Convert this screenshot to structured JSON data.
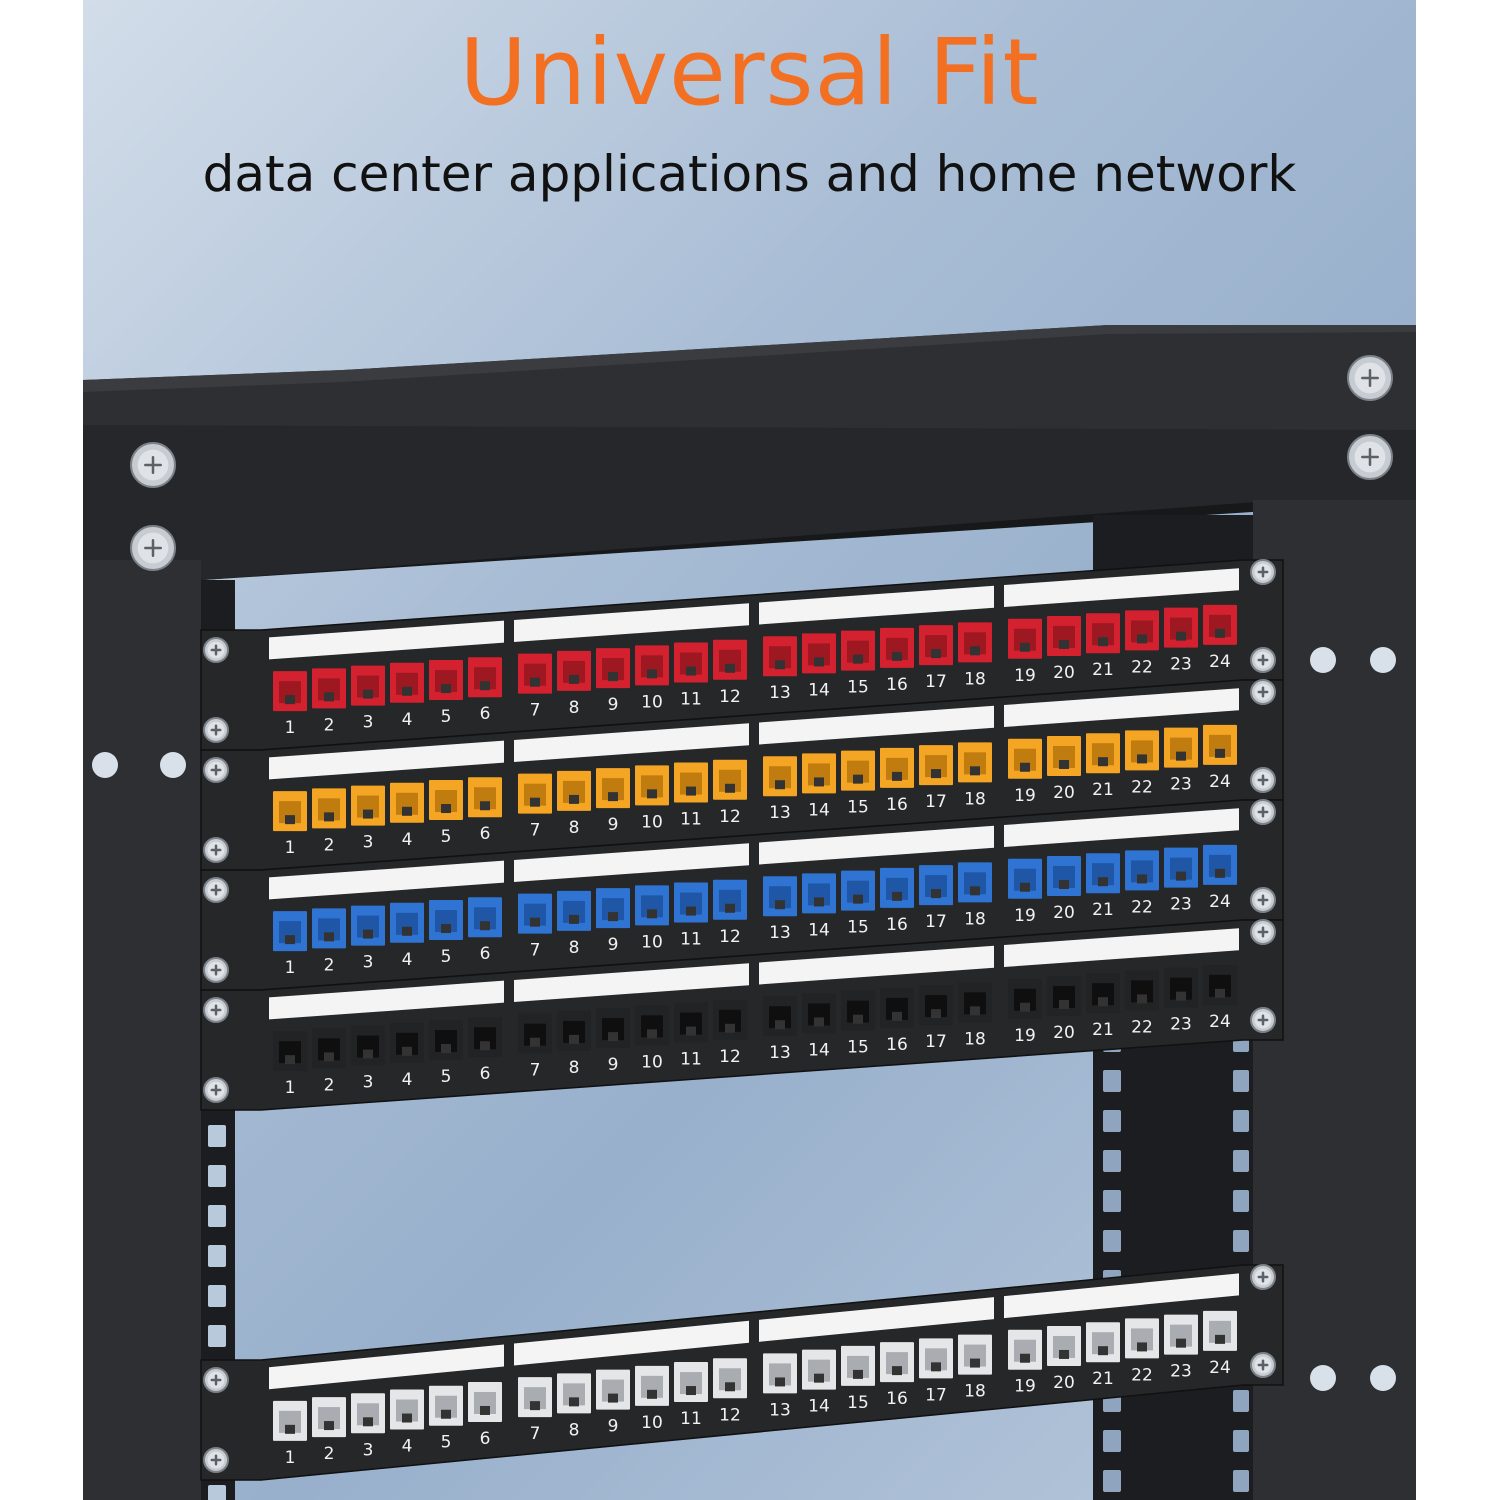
{
  "headline": "Universal Fit",
  "subline": "data center applications and home network",
  "colors": {
    "headline": "#f36f21",
    "rack": "#2d2f33",
    "rack_dark": "#1c1d20",
    "panel": "#262729",
    "label_strip": "#f4f4f4"
  },
  "panels": [
    {
      "name": "red",
      "jack_color": "#d3212f",
      "jack_shade": "#9e1822"
    },
    {
      "name": "orange",
      "jack_color": "#f3a523",
      "jack_shade": "#c17c10"
    },
    {
      "name": "blue",
      "jack_color": "#2f74d3",
      "jack_shade": "#1f56a6"
    },
    {
      "name": "black",
      "jack_color": "#222325",
      "jack_shade": "#0f0f10"
    },
    {
      "name": "white",
      "jack_color": "#e4e6e8",
      "jack_shade": "#a9adb2"
    }
  ],
  "port_labels": [
    "1",
    "2",
    "3",
    "4",
    "5",
    "6",
    "7",
    "8",
    "9",
    "10",
    "11",
    "12",
    "13",
    "14",
    "15",
    "16",
    "17",
    "18",
    "19",
    "20",
    "21",
    "22",
    "23",
    "24"
  ]
}
